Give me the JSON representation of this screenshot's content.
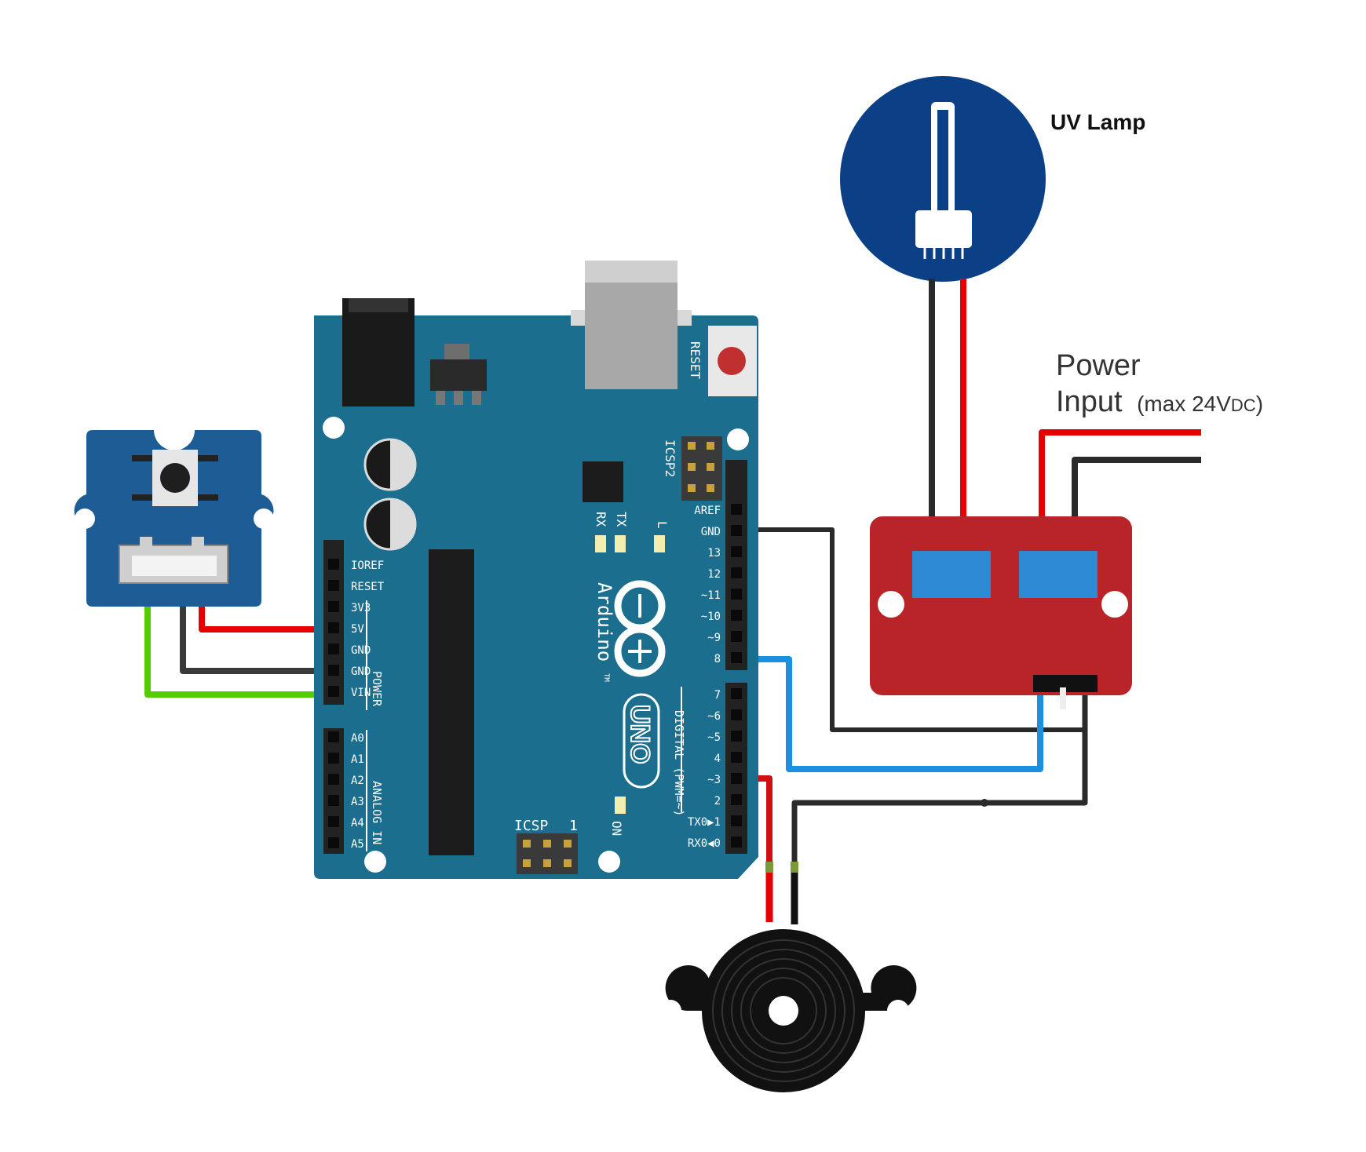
{
  "labels": {
    "uv_lamp": "UV Lamp",
    "power_line1": "Power",
    "power_line2": "Input",
    "power_note_pre": "(max 24V",
    "power_note_sub": "DC",
    "power_note_post": ")"
  },
  "arduino": {
    "reset": "RESET",
    "icsp2": "ICSP2",
    "icsp": "ICSP",
    "icsp_pin1": "1",
    "tx": "TX",
    "rx": "RX",
    "l": "L",
    "on": "ON",
    "brand": "Arduino",
    "tm": "TM",
    "model": "UNO",
    "digital": "DIGITAL (PWM=~)",
    "power_group": "POWER",
    "analog_group": "ANALOG IN",
    "power_pins": [
      "IOREF",
      "RESET",
      "3V3",
      "5V",
      "GND",
      "GND",
      "VIN"
    ],
    "analog_pins": [
      "A0",
      "A1",
      "A2",
      "A3",
      "A4",
      "A5"
    ],
    "digital_pins_top": [
      "AREF",
      "GND",
      "13",
      "12",
      "~11",
      "~10",
      "~9",
      "8"
    ],
    "digital_pins_bottom": [
      "7",
      "~6",
      "~5",
      "4",
      "~3",
      "2",
      "TX0▶1",
      "RX0◀0"
    ]
  },
  "colors": {
    "board": "#1b6e8e",
    "button_module": "#1d5c94",
    "relay": "#b82428",
    "lamp_disc": "#0b3f86",
    "relay_window": "#2f8ad6",
    "wire_red": "#e60000",
    "wire_black": "#2a2a2a",
    "wire_green": "#55cc00",
    "wire_blue": "#1b8fe0"
  }
}
